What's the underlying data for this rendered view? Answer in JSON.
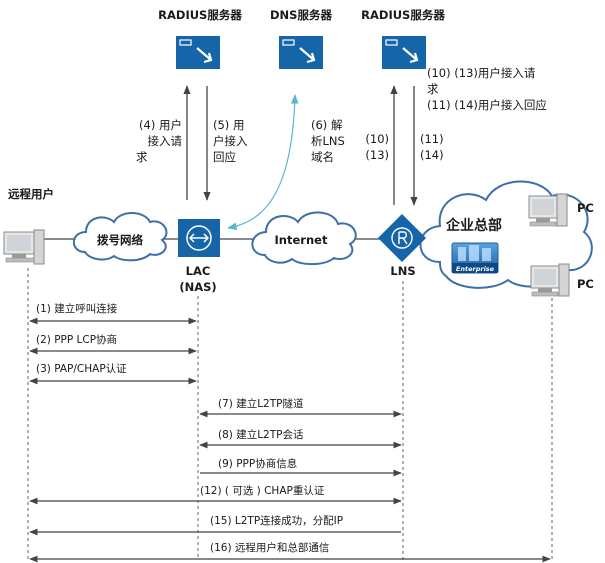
{
  "servers": {
    "radius_left": "RADIUS服务器",
    "dns": "DNS服务器",
    "radius_right": "RADIUS服务器"
  },
  "nodes": {
    "remote_user": "远程用户",
    "dialup_net": "拨号网络",
    "lac_line1": "LAC",
    "lac_line2": "(NAS)",
    "internet": "Internet",
    "lns": "LNS",
    "hq": "企业总部",
    "enterprise": "Enterprise",
    "pc_top": "PC",
    "pc_bottom": "PC"
  },
  "vertical_labels": {
    "step4": [
      "(4) 用户",
      "接入请",
      "求"
    ],
    "step5": [
      "(5) 用",
      "户接入",
      "回应"
    ],
    "step6": [
      "(6) 解",
      "析LNS",
      "域名"
    ],
    "step10_13": [
      "(10)",
      "(13)"
    ],
    "step11_14": [
      "(11)",
      "(14)"
    ],
    "right_req": [
      "(10) (13)用户接入请",
      "求"
    ],
    "right_resp": "(11) (14)用户接入回应"
  },
  "steps": [
    "(1)  建立呼叫连接",
    "(2)  PPP LCP协商",
    "(3)  PAP/CHAP认证",
    "(7)  建立L2TP隧道",
    "(8)  建立L2TP会话",
    "(9)  PPP协商信息",
    "(12)  ( 可选 ) CHAP重认证",
    "(15)  L2TP连接成功，分配IP",
    "(16)  远程用户和总部通信"
  ],
  "colors": {
    "device_blue": "#1565a8",
    "cloud_stroke": "#3d6fa8",
    "dns_arrow": "#5bb5cc",
    "line": "#444444"
  }
}
